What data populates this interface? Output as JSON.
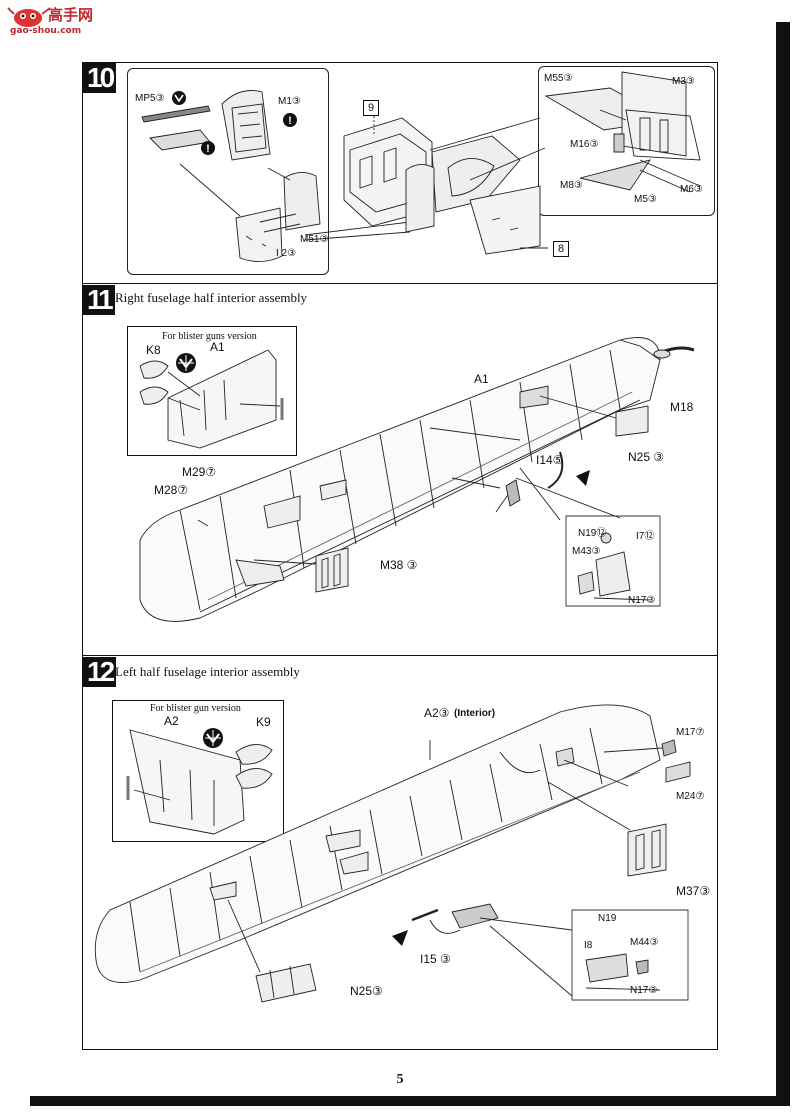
{
  "logo": {
    "text": "高手网",
    "url": "gao-shou.com"
  },
  "page_number": "5",
  "steps": [
    {
      "number": "10",
      "title": "",
      "labels": {
        "mp5": "MP5③",
        "m1": "M1③",
        "i2": "I 2③",
        "m51": "M51③",
        "box9": "9",
        "box8": "8",
        "m55": "M55③",
        "m3": "M3③",
        "m16": "M16③",
        "m8": "M8③",
        "m5": "M5③",
        "m6": "M6③"
      }
    },
    {
      "number": "11",
      "title": "Right fuselage half interior assembly",
      "inset_caption": "For blister guns version",
      "labels": {
        "k8": "K8",
        "a1_inset": "A1",
        "a1": "A1",
        "m18": "M18",
        "i14": "I14⑤",
        "n25": "N25 ③",
        "m29": "M29⑦",
        "m28": "M28⑦",
        "m38": "M38 ③",
        "n19": "N19⑫",
        "i7": "I7⑫",
        "m43": "M43③",
        "n17": "N17③"
      }
    },
    {
      "number": "12",
      "title": "Left half fuselage interior assembly",
      "inset_caption": "For blister gun version",
      "labels": {
        "a2_inset": "A2",
        "k9": "K9",
        "a2": "A2③",
        "a2_note": "(Interior)",
        "m17": "M17⑦",
        "m24": "M24⑦",
        "m37": "M37③",
        "i15": "I15 ③",
        "n25": "N25③",
        "n19": "N19",
        "i8": "I8",
        "m44": "M44③",
        "n17": "N17③"
      }
    }
  ]
}
